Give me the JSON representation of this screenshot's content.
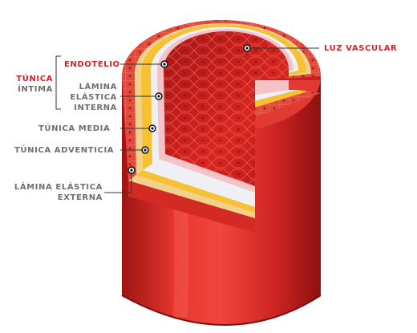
{
  "labels": {
    "endotelio": "ENDOTELIO",
    "luz_vascular": "LUZ VASCULAR",
    "tunica_intima": [
      "TÚNICA",
      "ÍNTIMA"
    ],
    "lamina_elastica_interna": [
      "LÁMINA",
      "ELÁSTICA",
      "INTERNA"
    ],
    "tunica_media": "TÚNICA MEDIA",
    "tunica_adventicia": "TÚNICA ADVENTICIA",
    "lamina_elastica_externa": [
      "LÁMINA ELÁSTICA",
      "EXTERNA"
    ]
  },
  "colors": {
    "highlight_label": "#d3232a",
    "label": "#6f6f6f",
    "vessel_outer": "#cc1f1f",
    "vessel_light": "#f0453e",
    "vessel_dark": "#8e1010",
    "lumen": "#c81e1e",
    "endothelium": "#f3c3c8",
    "internal_elastic": "#eef0f6",
    "media": "#f6c233",
    "external_elastic": "#f4d18a",
    "adventitia": "#e24a3c"
  }
}
